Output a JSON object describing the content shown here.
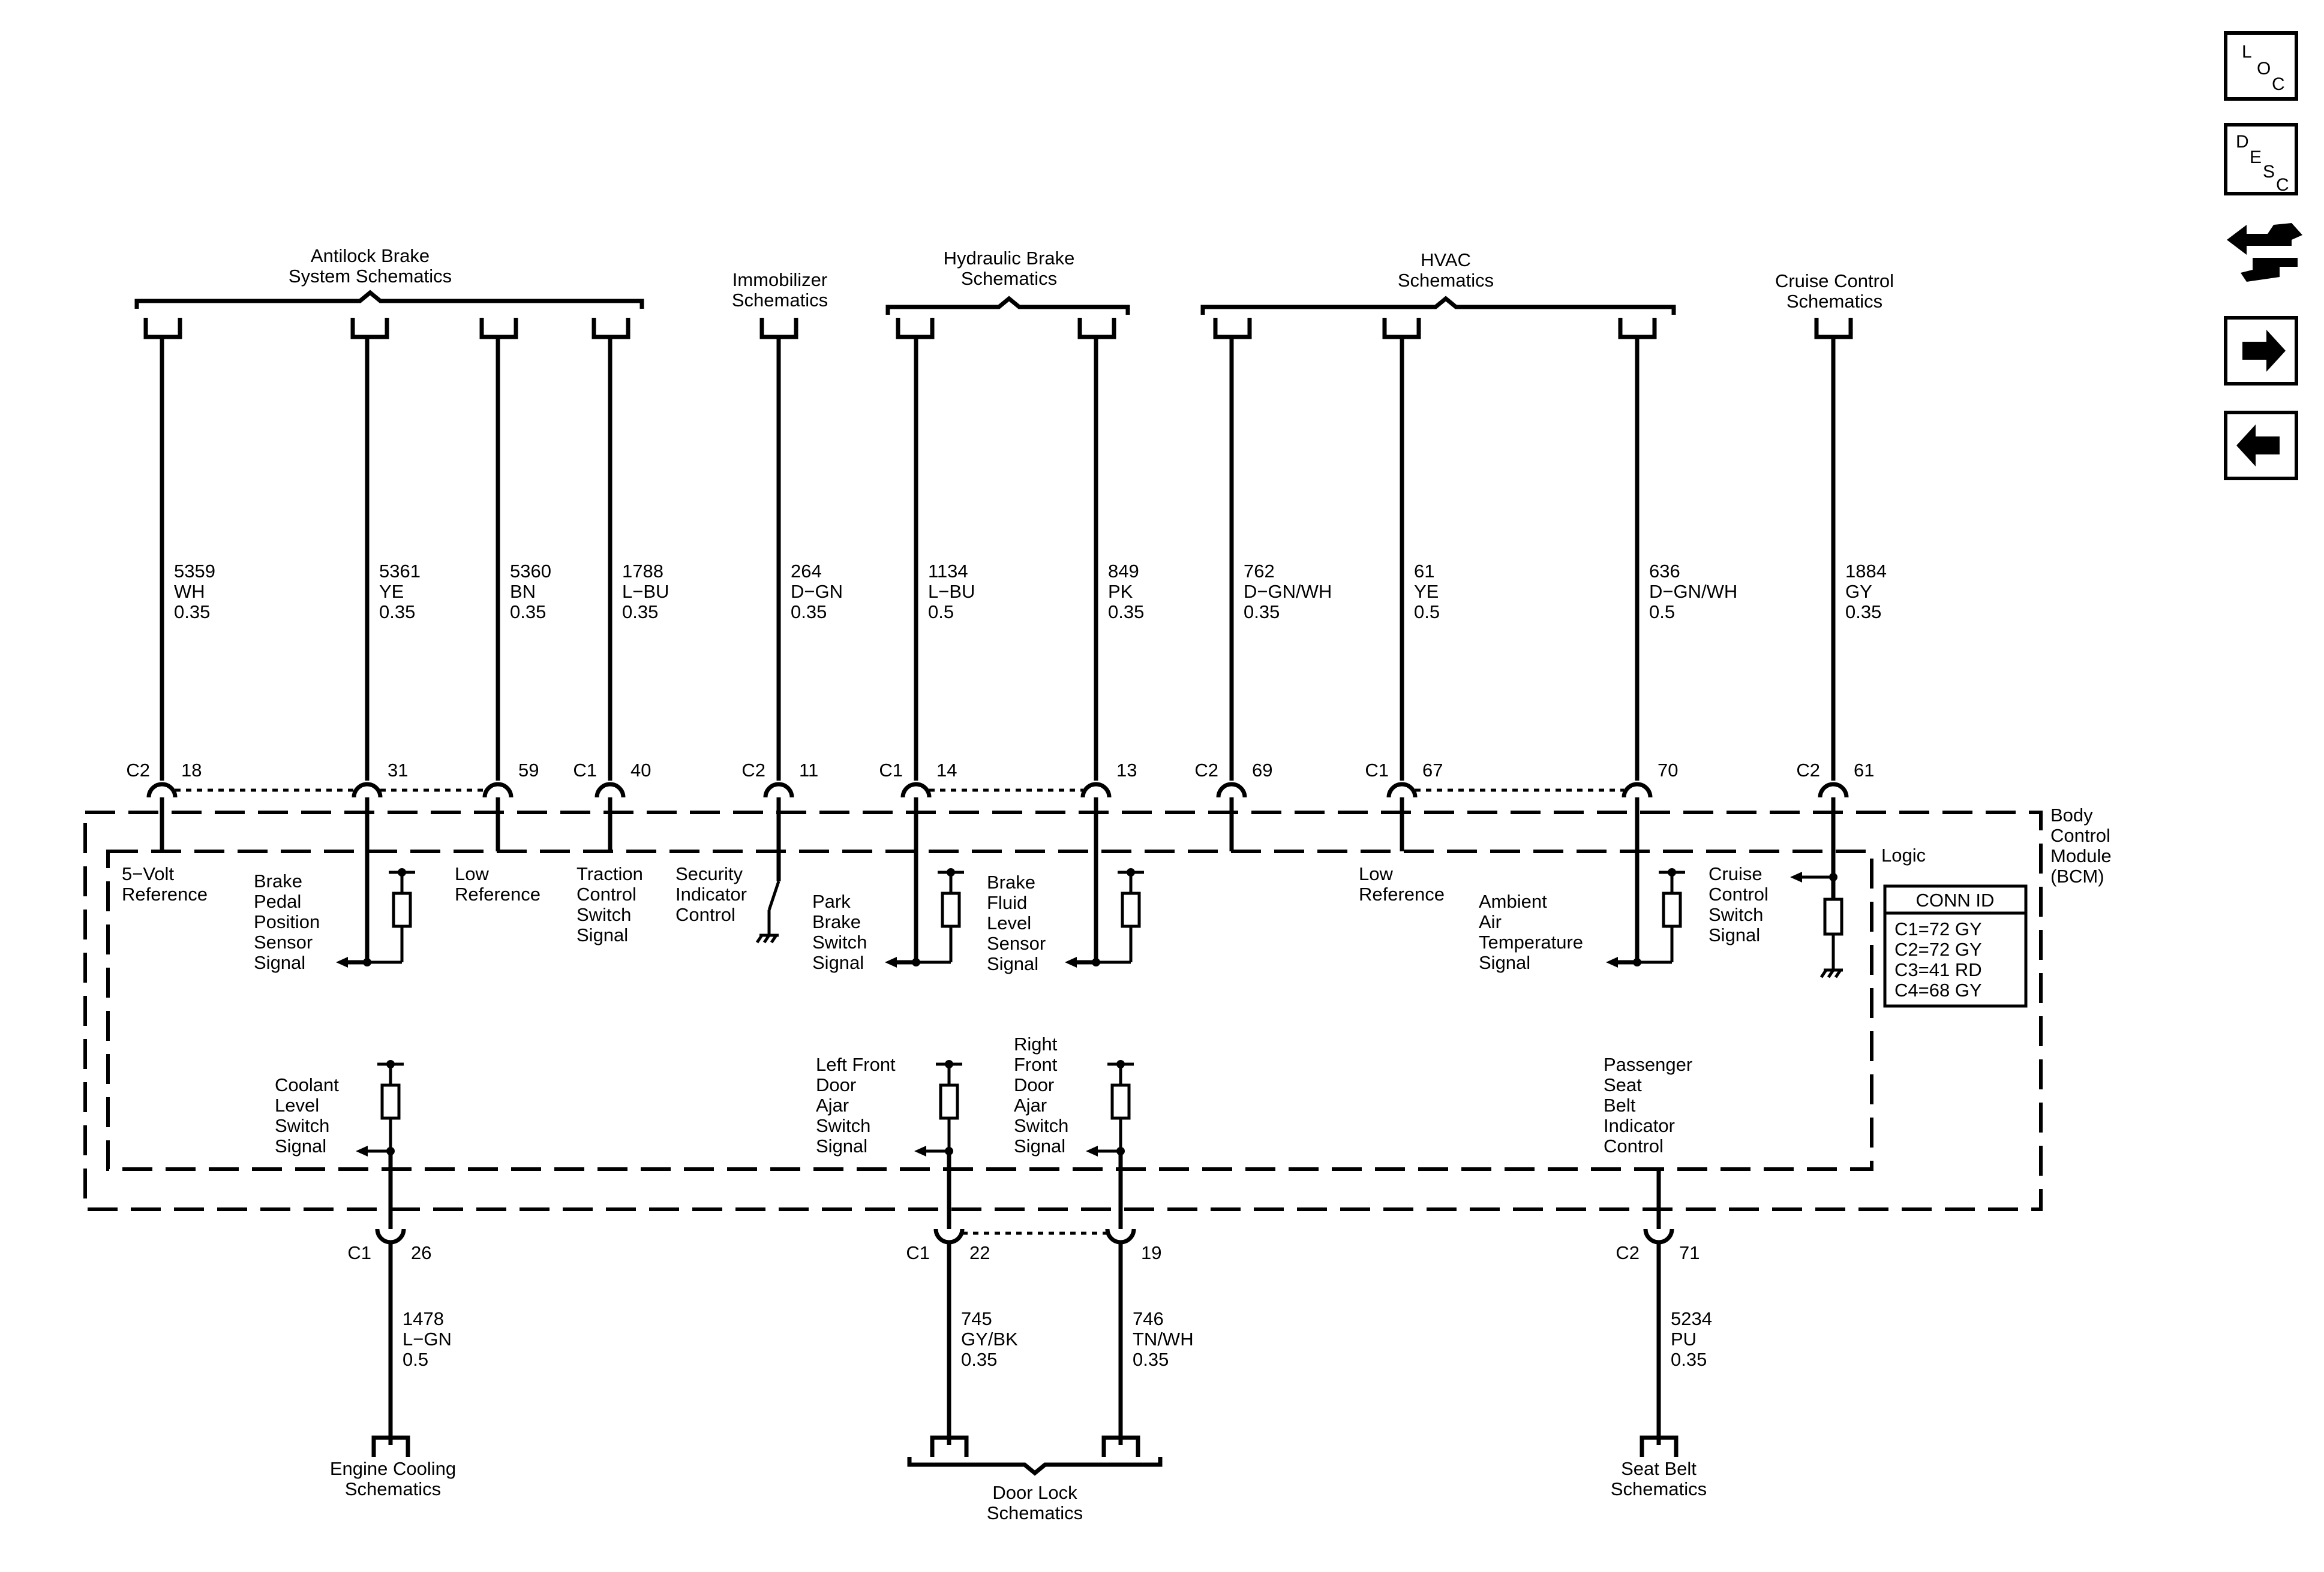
{
  "schematics": {
    "abs": [
      "Antilock Brake",
      "System Schematics"
    ],
    "immobilizer": [
      "Immobilizer",
      "Schematics"
    ],
    "hydraulic": [
      "Hydraulic Brake",
      "Schematics"
    ],
    "hvac": [
      "HVAC",
      "Schematics"
    ],
    "cruise": [
      "Cruise Control",
      "Schematics"
    ],
    "engine_cooling": [
      "Engine Cooling",
      "Schematics"
    ],
    "door_lock": [
      "Door Lock",
      "Schematics"
    ],
    "seat_belt": [
      "Seat Belt",
      "Schematics"
    ]
  },
  "top_circuits": [
    {
      "num": "5359",
      "color": "WH",
      "size": "0.35",
      "conn": "C2",
      "pin": "18",
      "label": [
        "5−Volt",
        "Reference"
      ]
    },
    {
      "num": "5361",
      "color": "YE",
      "size": "0.35",
      "conn": "",
      "pin": "31",
      "label": [
        "Brake",
        "Pedal",
        "Position",
        "Sensor",
        "Signal"
      ]
    },
    {
      "num": "5360",
      "color": "BN",
      "size": "0.35",
      "conn": "",
      "pin": "59",
      "label": [
        "Low",
        "Reference"
      ]
    },
    {
      "num": "1788",
      "color": "L−BU",
      "size": "0.35",
      "conn": "C1",
      "pin": "40",
      "label": [
        "Traction",
        "Control",
        "Switch",
        "Signal"
      ]
    },
    {
      "num": "264",
      "color": "D−GN",
      "size": "0.35",
      "conn": "C2",
      "pin": "11",
      "label": [
        "Security",
        "Indicator",
        "Control"
      ]
    },
    {
      "num": "1134",
      "color": "L−BU",
      "size": "0.5",
      "conn": "C1",
      "pin": "14",
      "label": [
        "Park",
        "Brake",
        "Switch",
        "Signal"
      ]
    },
    {
      "num": "849",
      "color": "PK",
      "size": "0.35",
      "conn": "",
      "pin": "13",
      "label": [
        "Brake",
        "Fluid",
        "Level",
        "Sensor",
        "Signal"
      ]
    },
    {
      "num": "762",
      "color": "D−GN/WH",
      "size": "0.35",
      "conn": "C2",
      "pin": "69",
      "label": []
    },
    {
      "num": "61",
      "color": "YE",
      "size": "0.5",
      "conn": "C1",
      "pin": "67",
      "label": [
        "Low",
        "Reference"
      ]
    },
    {
      "num": "636",
      "color": "D−GN/WH",
      "size": "0.5",
      "conn": "",
      "pin": "70",
      "label": [
        "Ambient",
        "Air",
        "Temperature",
        "Signal"
      ]
    },
    {
      "num": "1884",
      "color": "GY",
      "size": "0.35",
      "conn": "C2",
      "pin": "61",
      "label": [
        "Cruise",
        "Control",
        "Switch",
        "Signal"
      ]
    }
  ],
  "bottom_circuits": [
    {
      "num": "1478",
      "color": "L−GN",
      "size": "0.5",
      "conn": "C1",
      "pin": "26",
      "label": [
        "Coolant",
        "Level",
        "Switch",
        "Signal"
      ]
    },
    {
      "num": "745",
      "color": "GY/BK",
      "size": "0.35",
      "conn": "C1",
      "pin": "22",
      "label": [
        "Left Front",
        "Door",
        "Ajar",
        "Switch",
        "Signal"
      ]
    },
    {
      "num": "746",
      "color": "TN/WH",
      "size": "0.35",
      "conn": "",
      "pin": "19",
      "label": [
        "Right",
        "Front",
        "Door",
        "Ajar",
        "Switch",
        "Signal"
      ]
    },
    {
      "num": "5234",
      "color": "PU",
      "size": "0.35",
      "conn": "C2",
      "pin": "71",
      "label": [
        "Passenger",
        "Seat",
        "Belt",
        "Indicator",
        "Control"
      ]
    }
  ],
  "module": {
    "name": [
      "Body",
      "Control",
      "Module",
      "(BCM)"
    ],
    "logic": "Logic",
    "conn_id": {
      "title": "CONN ID",
      "rows": [
        "C1=72 GY",
        "C2=72 GY",
        "C3=41 RD",
        "C4=68 GY"
      ]
    }
  },
  "nav": {
    "loc": [
      "L",
      "O",
      "C"
    ],
    "desc": [
      "D",
      "E",
      "S",
      "C"
    ],
    "icons": [
      "connector-tool-icon",
      "next-arrow-icon",
      "back-arrow-icon"
    ]
  }
}
